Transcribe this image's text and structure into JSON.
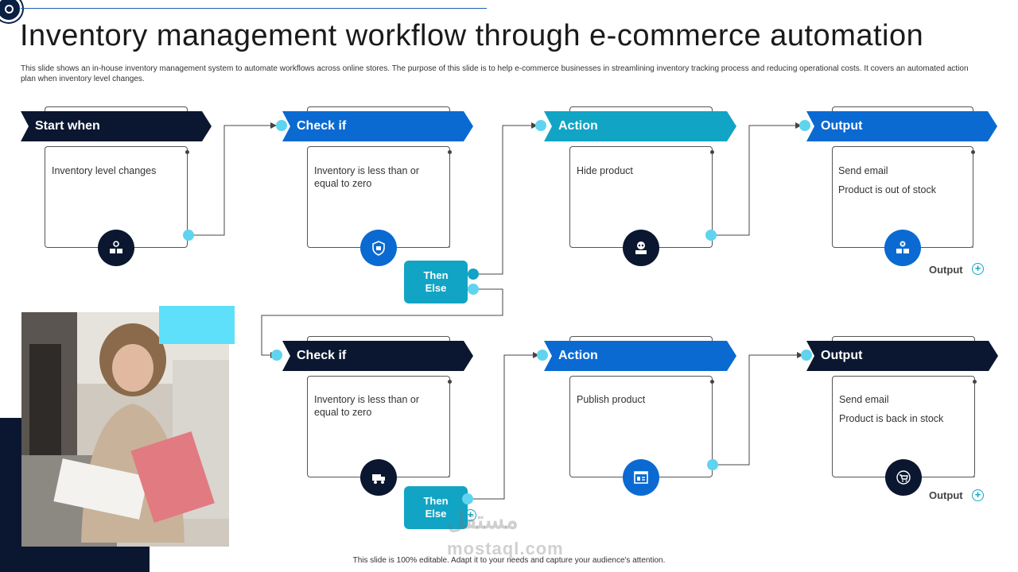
{
  "title": "Inventory management workflow through e-commerce automation",
  "description": "This slide shows an in-house inventory management system to automate workflows across online stores. The purpose of this slide is to help e-commerce businesses in streamlining inventory tracking process and reducing operational costs. It covers an automated action plan  when inventory level changes.",
  "colors": {
    "navy": "#0b1730",
    "blue": "#0a6ad2",
    "teal": "#12a4c4",
    "cyan": "#5fd4ee"
  },
  "row1": {
    "start": {
      "label": "Start when",
      "text": "Inventory  level  changes",
      "icon": "boxes-gear-icon"
    },
    "check": {
      "label": "Check if",
      "text": "Inventory  is less than or equal to zero",
      "icon": "shield-box-icon"
    },
    "action": {
      "label": "Action",
      "text": "Hide product",
      "icon": "hidden-product-icon"
    },
    "output": {
      "label": "Output",
      "line1": "Send email",
      "line2": "Product is out of stock",
      "icon": "out-of-stock-icon"
    },
    "then": "Then",
    "else": "Else",
    "output_link": "Output"
  },
  "row2": {
    "check": {
      "label": "Check if",
      "text": "Inventory  is less than or equal to zero",
      "icon": "stock-truck-icon"
    },
    "action": {
      "label": "Action",
      "text": "Publish product",
      "icon": "publish-browser-icon"
    },
    "output": {
      "label": "Output",
      "line1": "Send email",
      "line2": "Product is back in stock",
      "icon": "cart-restock-icon"
    },
    "then": "Then",
    "else": "Else",
    "output_link": "Output"
  },
  "footer": "This slide is 100% editable.  Adapt it to your needs and capture your audience's attention.",
  "watermark": {
    "arabic": "مستقل",
    "latin": "mostaql.com"
  }
}
